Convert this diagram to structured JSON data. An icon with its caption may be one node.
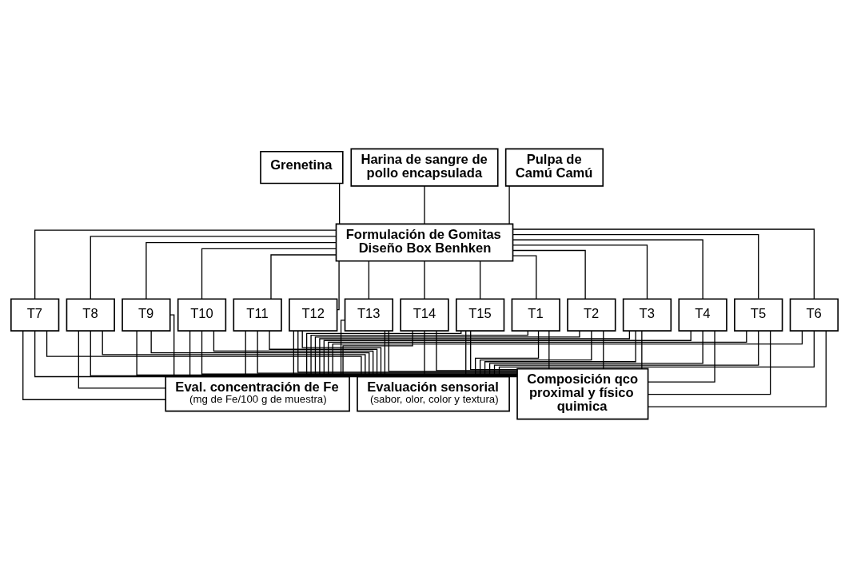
{
  "diagram": {
    "nodes": [
      {
        "text": [
          "Grenetina"
        ]
      },
      {
        "text": [
          "Harina de sangre de pollo encapsulada"
        ]
      },
      {
        "text": [
          "Pulpa de Camú Camú"
        ]
      },
      {
        "text": [
          "Formulación de Gomitas Diseño Box Benhken"
        ]
      },
      {
        "text": [
          "T1"
        ]
      },
      {
        "text": [
          "T2"
        ]
      },
      {
        "text": [
          "T3"
        ]
      },
      {
        "text": [
          "T4"
        ]
      },
      {
        "text": [
          "T5"
        ]
      },
      {
        "text": [
          "T6"
        ]
      },
      {
        "text": [
          "T7"
        ]
      },
      {
        "text": [
          "T8"
        ]
      },
      {
        "text": [
          "T9"
        ]
      },
      {
        "text": [
          "T10"
        ]
      },
      {
        "text": [
          "T11"
        ]
      },
      {
        "text": [
          "T12"
        ]
      },
      {
        "text": [
          "T13"
        ]
      },
      {
        "text": [
          "T14"
        ]
      },
      {
        "text": [
          "T15"
        ]
      },
      {
        "text": [
          "Eval. concentración de Fe",
          "(mg de Fe/100 g de muestra)"
        ]
      },
      {
        "text": [
          "Evaluación sensorial",
          "(sabor, olor, color y textura)"
        ]
      },
      {
        "text": [
          "Composición qco proximal y físico quimica"
        ]
      }
    ],
    "edges": [
      {
        "from": 0,
        "to": 3,
        "arrow": "none"
      },
      {
        "from": 1,
        "to": 3,
        "arrow": "none"
      },
      {
        "from": 2,
        "to": 3,
        "arrow": "none"
      },
      {
        "from": 3,
        "to": 4,
        "arrow": "none"
      },
      {
        "from": 3,
        "to": 5,
        "arrow": "none"
      },
      {
        "from": 3,
        "to": 6,
        "arrow": "none"
      },
      {
        "from": 3,
        "to": 7,
        "arrow": "none"
      },
      {
        "from": 3,
        "to": 8,
        "arrow": "none"
      },
      {
        "from": 3,
        "to": 9,
        "arrow": "none"
      },
      {
        "from": 3,
        "to": 10,
        "arrow": "none"
      },
      {
        "from": 3,
        "to": 11,
        "arrow": "none"
      },
      {
        "from": 3,
        "to": 12,
        "arrow": "none"
      },
      {
        "from": 3,
        "to": 13,
        "arrow": "none"
      },
      {
        "from": 3,
        "to": 14,
        "arrow": "none"
      },
      {
        "from": 3,
        "to": 15,
        "arrow": "none"
      },
      {
        "from": 3,
        "to": 16,
        "arrow": "none"
      },
      {
        "from": 3,
        "to": 17,
        "arrow": "none"
      },
      {
        "from": 3,
        "to": 18,
        "arrow": "none"
      },
      {
        "from": 4,
        "to": 19,
        "arrow": "none"
      },
      {
        "from": 4,
        "to": 20,
        "arrow": "none"
      },
      {
        "from": 4,
        "to": 21,
        "arrow": "none"
      },
      {
        "from": 5,
        "to": 19,
        "arrow": "none"
      },
      {
        "from": 5,
        "to": 20,
        "arrow": "none"
      },
      {
        "from": 5,
        "to": 21,
        "arrow": "none"
      },
      {
        "from": 6,
        "to": 19,
        "arrow": "none"
      },
      {
        "from": 6,
        "to": 20,
        "arrow": "none"
      },
      {
        "from": 6,
        "to": 21,
        "arrow": "none"
      },
      {
        "from": 7,
        "to": 19,
        "arrow": "none"
      },
      {
        "from": 7,
        "to": 20,
        "arrow": "none"
      },
      {
        "from": 7,
        "to": 21,
        "arrow": "none"
      },
      {
        "from": 8,
        "to": 19,
        "arrow": "none"
      },
      {
        "from": 8,
        "to": 20,
        "arrow": "none"
      },
      {
        "from": 8,
        "to": 21,
        "arrow": "none"
      },
      {
        "from": 9,
        "to": 19,
        "arrow": "none"
      },
      {
        "from": 9,
        "to": 20,
        "arrow": "none"
      },
      {
        "from": 9,
        "to": 21,
        "arrow": "none"
      },
      {
        "from": 10,
        "to": 19,
        "arrow": "none"
      },
      {
        "from": 10,
        "to": 20,
        "arrow": "none"
      },
      {
        "from": 10,
        "to": 21,
        "arrow": "none"
      },
      {
        "from": 11,
        "to": 19,
        "arrow": "none"
      },
      {
        "from": 11,
        "to": 20,
        "arrow": "none"
      },
      {
        "from": 11,
        "to": 21,
        "arrow": "none"
      },
      {
        "from": 12,
        "to": 19,
        "arrow": "none"
      },
      {
        "from": 12,
        "to": 20,
        "arrow": "none"
      },
      {
        "from": 12,
        "to": 21,
        "arrow": "none"
      },
      {
        "from": 13,
        "to": 19,
        "arrow": "none"
      },
      {
        "from": 13,
        "to": 20,
        "arrow": "none"
      },
      {
        "from": 13,
        "to": 21,
        "arrow": "none"
      },
      {
        "from": 14,
        "to": 19,
        "arrow": "none"
      },
      {
        "from": 14,
        "to": 20,
        "arrow": "none"
      },
      {
        "from": 14,
        "to": 21,
        "arrow": "none"
      },
      {
        "from": 15,
        "to": 19,
        "arrow": "none"
      },
      {
        "from": 15,
        "to": 20,
        "arrow": "none"
      },
      {
        "from": 15,
        "to": 21,
        "arrow": "none"
      },
      {
        "from": 16,
        "to": 19,
        "arrow": "none"
      },
      {
        "from": 16,
        "to": 20,
        "arrow": "none"
      },
      {
        "from": 16,
        "to": 21,
        "arrow": "none"
      },
      {
        "from": 17,
        "to": 19,
        "arrow": "none"
      },
      {
        "from": 17,
        "to": 20,
        "arrow": "none"
      },
      {
        "from": 17,
        "to": 21,
        "arrow": "none"
      },
      {
        "from": 18,
        "to": 19,
        "arrow": "none"
      },
      {
        "from": 18,
        "to": 20,
        "arrow": "none"
      },
      {
        "from": 18,
        "to": 21,
        "arrow": "none"
      }
    ]
  }
}
